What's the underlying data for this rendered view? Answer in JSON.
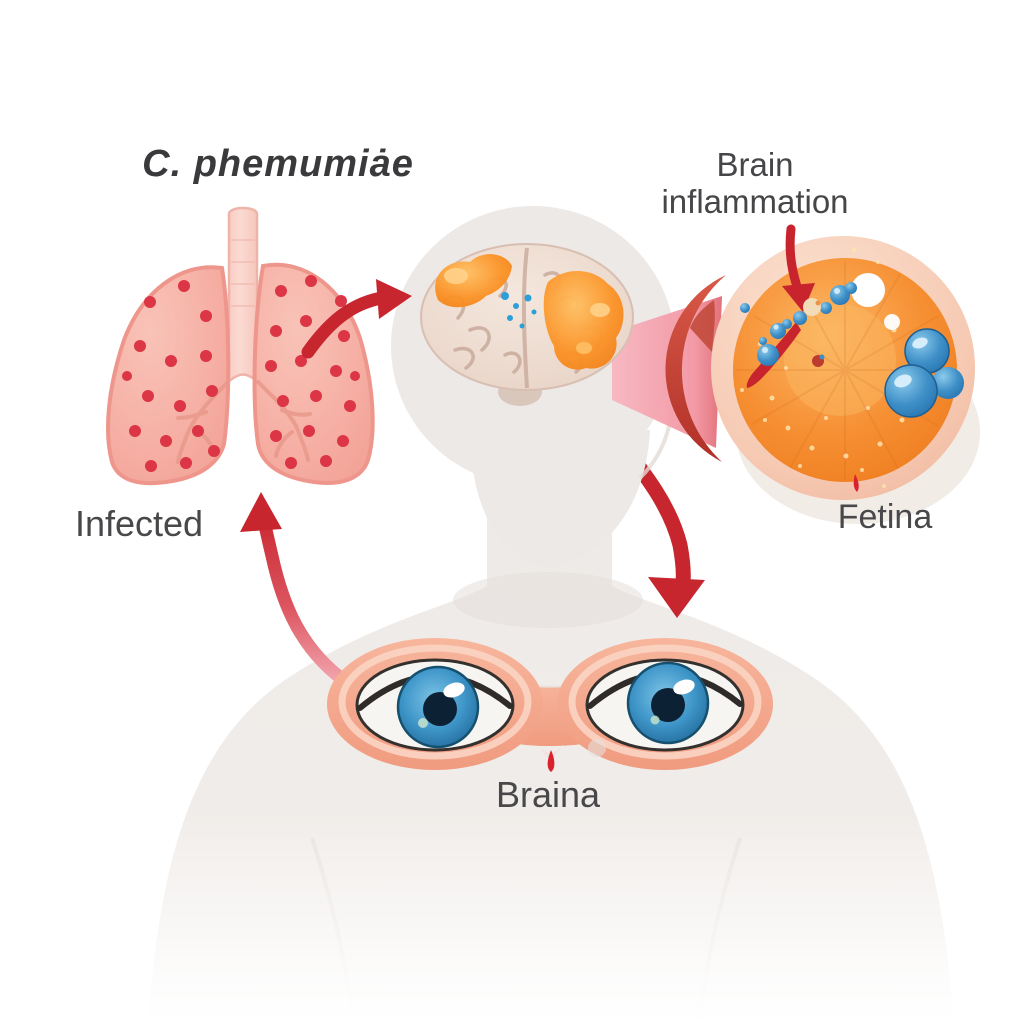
{
  "title": "C. phemumiȧe",
  "labels": {
    "brain_inflammation": {
      "line1": "Brain",
      "line2": "inflammation"
    },
    "infected": "Infected",
    "retina": "Fetina",
    "eyes": "Braina"
  },
  "colors": {
    "background": "#FFFFFF",
    "text_dark": "#454548",
    "arrow_red": "#C8262F",
    "lung_pink": "#F6AFA4",
    "lung_outline": "#EE968B",
    "infection_dot_red": "#DC3545",
    "trachea_pink": "#FBDAD2",
    "brain_beige": "#EDDCD1",
    "inflammation_orange": "#FB9226",
    "bacteria_blue": "#3E8FC7",
    "eyeball_peach": "#F6C9B2",
    "retina_orange": "#F58A2E",
    "sclera_crescent_red": "#B93732",
    "magnifier_cone_pink": "#F6A9B4",
    "goggle_frame_salmon": "#F2A78E",
    "iris_blue": "#2C7FB8",
    "pupil_navy": "#0C2133",
    "silhouette_gray": "#EDE9E6"
  }
}
